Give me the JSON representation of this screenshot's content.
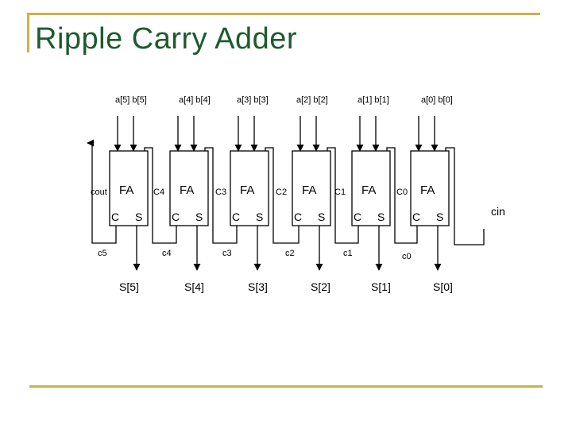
{
  "slide": {
    "title": "Ripple Carry Adder"
  },
  "diagram": {
    "stages": [
      {
        "inputs": "a[5] b[5]",
        "block": "FA",
        "carry_port": "C",
        "sum_port": "S",
        "carry_in_label": "cout",
        "carry_out_label": "c5",
        "sum_out": "S[5]"
      },
      {
        "inputs": "a[4] b[4]",
        "block": "FA",
        "carry_port": "C",
        "sum_port": "S",
        "carry_in_label": "C4",
        "carry_out_label": "c4",
        "sum_out": "S[4]"
      },
      {
        "inputs": "a[3] b[3]",
        "block": "FA",
        "carry_port": "C",
        "sum_port": "S",
        "carry_in_label": "C3",
        "carry_out_label": "c3",
        "sum_out": "S[3]"
      },
      {
        "inputs": "a[2] b[2]",
        "block": "FA",
        "carry_port": "C",
        "sum_port": "S",
        "carry_in_label": "C2",
        "carry_out_label": "c2",
        "sum_out": "S[2]"
      },
      {
        "inputs": "a[1] b[1]",
        "block": "FA",
        "carry_port": "C",
        "sum_port": "S",
        "carry_in_label": "C1",
        "carry_out_label": "c1",
        "sum_out": "S[1]"
      },
      {
        "inputs": "a[0] b[0]",
        "block": "FA",
        "carry_port": "C",
        "sum_port": "S",
        "carry_in_label": "C0",
        "carry_out_label": "c0",
        "sum_out": "S[0]"
      }
    ],
    "carry_input": "cin"
  }
}
